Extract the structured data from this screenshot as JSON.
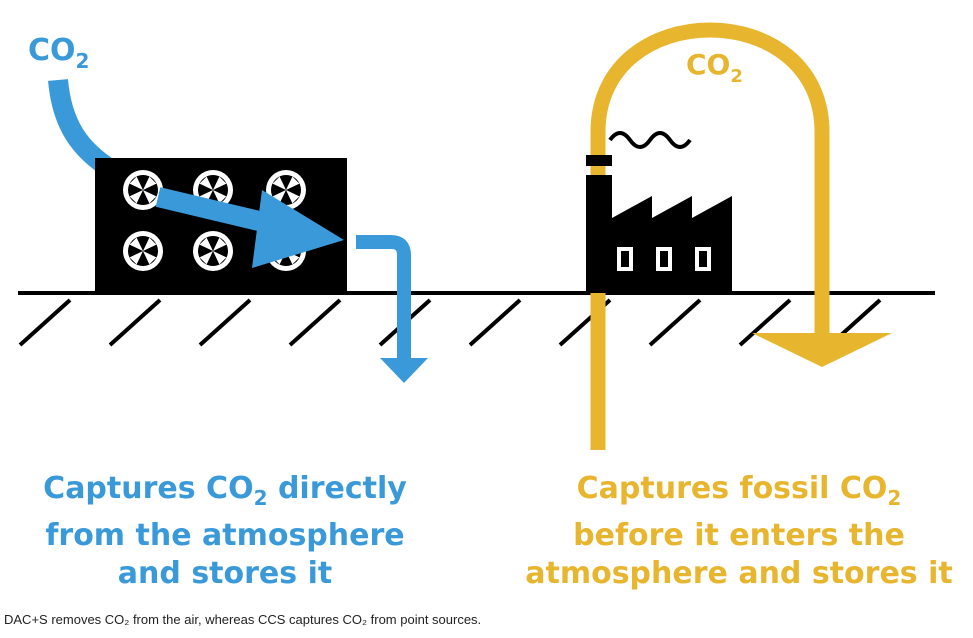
{
  "colors": {
    "dac_blue": "#3a9ad9",
    "ccs_yellow": "#e8b52e",
    "ink": "#000000"
  },
  "icons": [
    "fan-icon",
    "factory-icon",
    "smoke-icon",
    "ground-hatch-icon"
  ],
  "dac": {
    "label_main": "CO",
    "label_sub": "2",
    "caption_line1_a": "Captures CO",
    "caption_line1_sub": "2",
    "caption_line1_b": " directly",
    "caption_line2": "from the atmosphere",
    "caption_line3": "and stores it"
  },
  "ccs": {
    "label_main": "CO",
    "label_sub": "2",
    "caption_line1_a": "Captures fossil CO",
    "caption_line1_sub": "2",
    "caption_line2": "before it enters the",
    "caption_line3": "atmosphere and stores it"
  },
  "footnote": "DAC+S removes CO₂ from the air, whereas CCS captures CO₂ from point sources."
}
